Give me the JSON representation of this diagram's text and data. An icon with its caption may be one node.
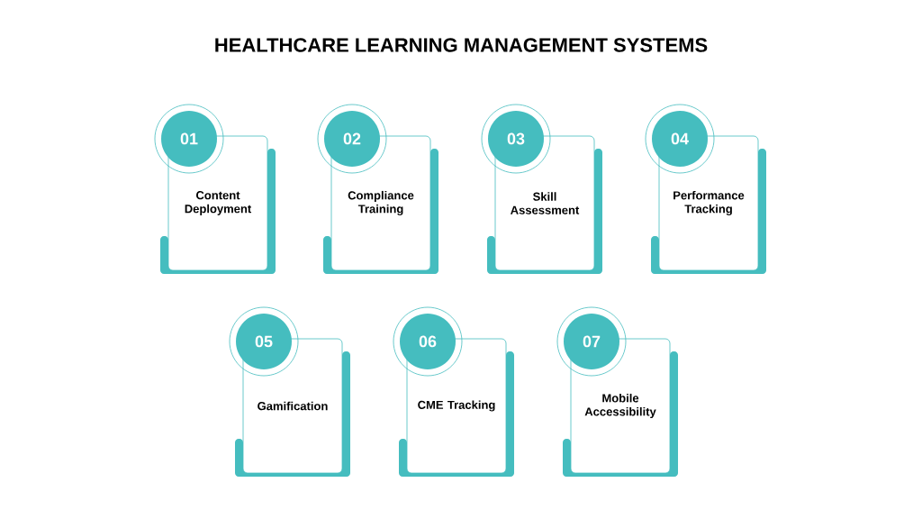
{
  "diagram": {
    "title": "HEALTHCARE LEARNING MANAGEMENT SYSTEMS",
    "nodes": [
      {
        "text": [
          "01"
        ]
      },
      {
        "text": [
          "Content Deployment"
        ]
      },
      {
        "text": [
          "02"
        ]
      },
      {
        "text": [
          "Compliance Training"
        ]
      },
      {
        "text": [
          "03"
        ]
      },
      {
        "text": [
          "Skill Assessment"
        ]
      },
      {
        "text": [
          "04"
        ]
      },
      {
        "text": [
          "Performance Tracking"
        ]
      },
      {
        "text": [
          "05"
        ]
      },
      {
        "text": [
          "Gamification"
        ]
      },
      {
        "text": [
          "06"
        ]
      },
      {
        "text": [
          "CME Tracking"
        ]
      },
      {
        "text": [
          "07"
        ]
      },
      {
        "text": [
          "Mobile Accessibility"
        ]
      }
    ]
  }
}
